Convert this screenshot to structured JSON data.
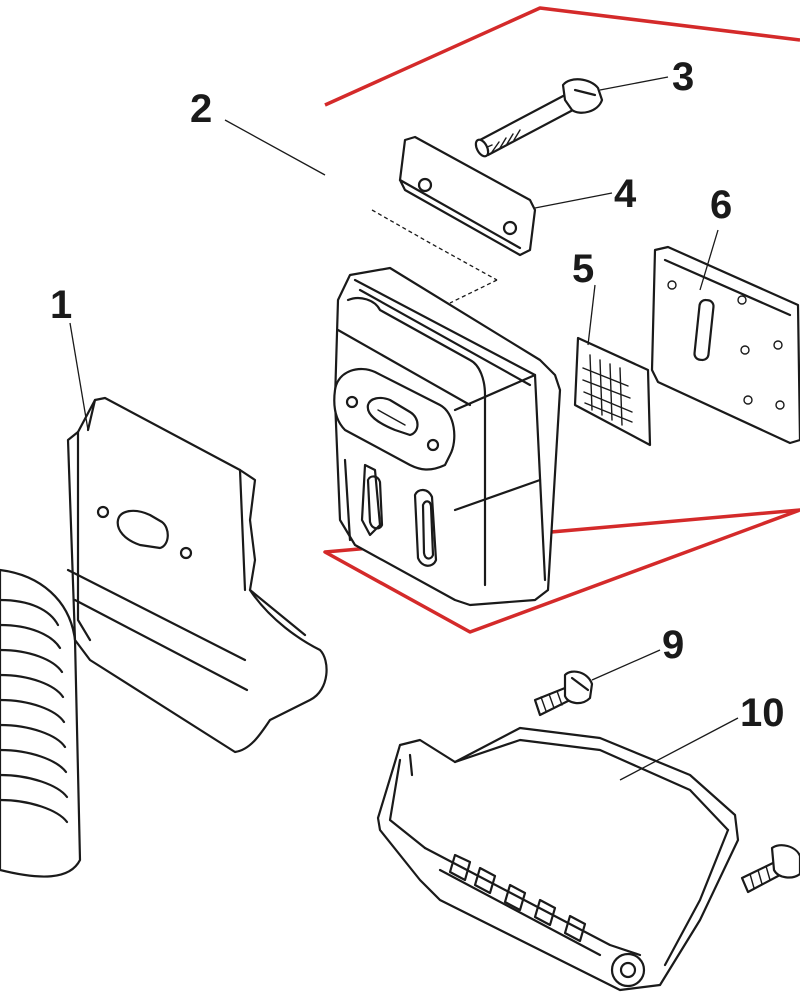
{
  "diagram": {
    "callouts": [
      {
        "id": "1",
        "label": "1"
      },
      {
        "id": "2",
        "label": "2"
      },
      {
        "id": "3",
        "label": "3"
      },
      {
        "id": "4",
        "label": "4"
      },
      {
        "id": "5",
        "label": "5"
      },
      {
        "id": "6",
        "label": "6"
      },
      {
        "id": "9",
        "label": "9"
      },
      {
        "id": "10",
        "label": "10"
      }
    ],
    "colors": {
      "outline": "#1a1a1a",
      "group_frame": "#d42a2a",
      "background": "#ffffff"
    }
  }
}
